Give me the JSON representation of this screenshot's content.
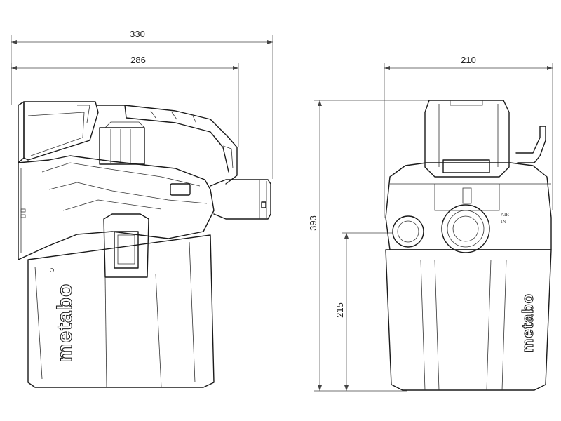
{
  "dimensions": {
    "side_total_width": "330",
    "side_body_width": "286",
    "front_width": "210",
    "total_height": "393",
    "hose_port_height": "215"
  },
  "branding": {
    "side_logo": "metabo",
    "front_logo": "metabo",
    "front_air_label_1": "AIR",
    "front_air_label_2": "IN"
  },
  "colors": {
    "line": "#1a1a1a",
    "background": "#ffffff"
  }
}
